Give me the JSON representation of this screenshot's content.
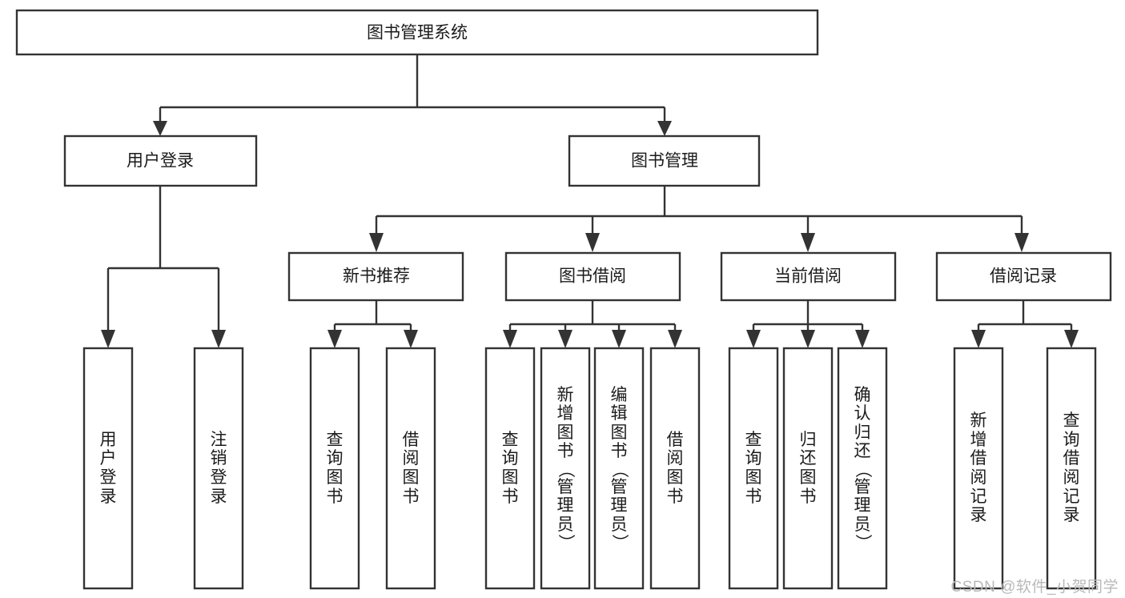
{
  "diagram": {
    "title": "图书管理系统",
    "type": "tree",
    "watermark": "CSDN @软件_小贺同学",
    "stroke_color": "#333333",
    "fill_color": "#ffffff",
    "text_color": "#1b1b1b",
    "watermark_color": "#b9b9b9",
    "root": {
      "label": "图书管理系统"
    },
    "level2": [
      {
        "label": "用户登录"
      },
      {
        "label": "图书管理"
      }
    ],
    "level3": [
      {
        "label": "新书推荐"
      },
      {
        "label": "图书借阅"
      },
      {
        "label": "当前借阅"
      },
      {
        "label": "借阅记录"
      }
    ],
    "leaves": {
      "user_login": [
        {
          "label": "用户登录"
        },
        {
          "label": "注销登录"
        }
      ],
      "new_book_recommend": [
        {
          "label": "查询图书"
        },
        {
          "label": "借阅图书"
        }
      ],
      "book_borrow": [
        {
          "label": "查询图书"
        },
        {
          "label": "新增图书（管理员）"
        },
        {
          "label": "编辑图书（管理员）"
        },
        {
          "label": "借阅图书"
        }
      ],
      "current_borrow": [
        {
          "label": "查询图书"
        },
        {
          "label": "归还图书"
        },
        {
          "label": "确认归还（管理员）"
        }
      ],
      "borrow_record": [
        {
          "label": "新增借阅记录"
        },
        {
          "label": "查询借阅记录"
        }
      ]
    }
  }
}
